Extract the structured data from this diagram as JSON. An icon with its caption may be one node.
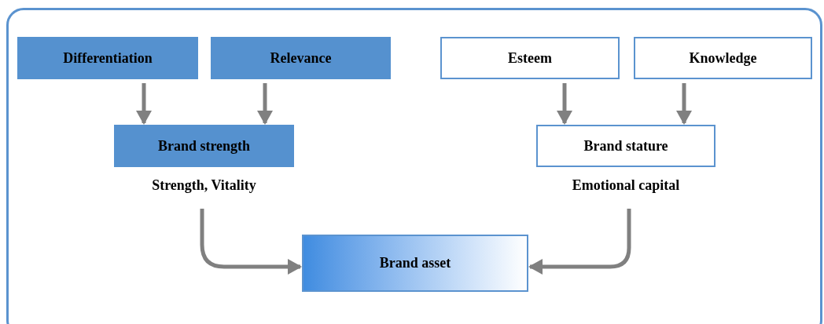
{
  "diagram": {
    "nodes": [
      {
        "text": [
          "Differentiation"
        ]
      },
      {
        "text": [
          "Relevance"
        ]
      },
      {
        "text": [
          "Esteem"
        ]
      },
      {
        "text": [
          "Knowledge"
        ]
      },
      {
        "text": [
          "Brand strength"
        ],
        "beside": [
          "Strength, Vitality"
        ]
      },
      {
        "text": [
          "Brand stature"
        ],
        "beside": [
          "Emotional capital"
        ]
      },
      {
        "text": [
          "Brand asset"
        ]
      }
    ],
    "edges": [
      {
        "from": 0,
        "to": 4,
        "arrow": "to"
      },
      {
        "from": 1,
        "to": 4,
        "arrow": "to"
      },
      {
        "from": 2,
        "to": 5,
        "arrow": "to"
      },
      {
        "from": 3,
        "to": 5,
        "arrow": "to"
      },
      {
        "from": 4,
        "to": 6,
        "arrow": "to"
      },
      {
        "from": 5,
        "to": 6,
        "arrow": "to"
      }
    ]
  }
}
